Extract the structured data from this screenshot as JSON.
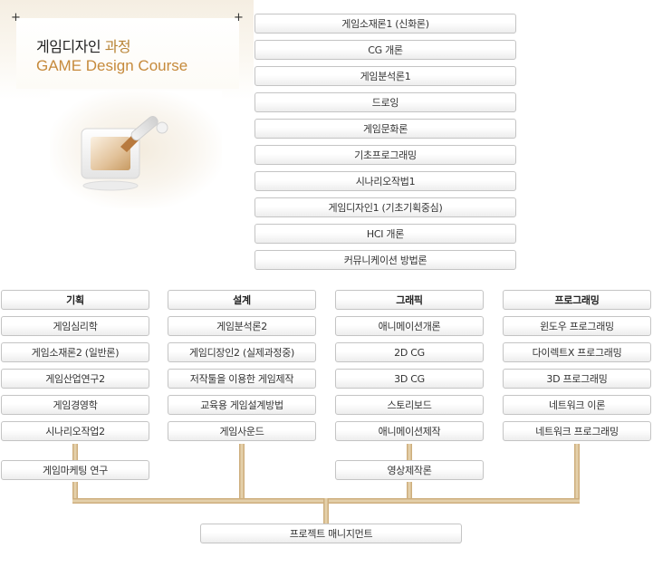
{
  "header": {
    "title_main": "게임디자인",
    "title_accent": "과정",
    "title_en": "GAME Design Course"
  },
  "top_courses": [
    "게임소재론1 (신화론)",
    "CG 개론",
    "게임분석론1",
    "드로잉",
    "게임문화론",
    "기초프로그래밍",
    "시나리오작법1",
    "게임디자인1 (기초기획중심)",
    "HCI 개론",
    "커뮤니케이션 방법론"
  ],
  "tracks": [
    {
      "name": "기획",
      "courses": [
        "게임심리학",
        "게임소재론2 (일반론)",
        "게임산업연구2",
        "게임경영학",
        "시나리오작업2"
      ],
      "extra": "게임마케팅 연구"
    },
    {
      "name": "설계",
      "courses": [
        "게임분석론2",
        "게임디장인2 (실제과정중)",
        "저작툴을 이용한 게임제작",
        "교육용 게임설계방법",
        "게임사운드"
      ]
    },
    {
      "name": "그래픽",
      "courses": [
        "애니메이션개론",
        "2D CG",
        "3D CG",
        "스토리보드",
        "애니메이션제작"
      ],
      "extra": "영상제작론"
    },
    {
      "name": "프로그래밍",
      "courses": [
        "윈도우 프로그래밍",
        "다이렉트X 프로그래밍",
        "3D 프로그래밍",
        "네트워크 이론",
        "네트워크 프로그래밍"
      ]
    }
  ],
  "final": "프로젝트 매니지먼트",
  "colors": {
    "accent_gold": "#c68a3c",
    "connector": "#d9bb8a",
    "box_border": "#c4c4c4"
  },
  "icons": {
    "decoration": "drawing-tablet-icon"
  }
}
